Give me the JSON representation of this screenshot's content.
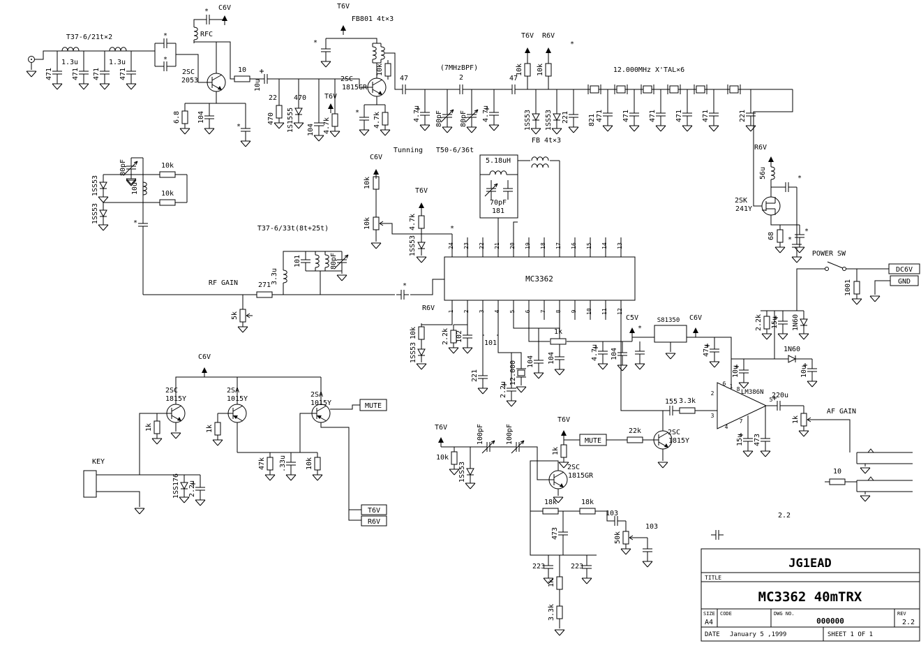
{
  "page": {
    "bg": "#ffffff",
    "ink": "#000000"
  },
  "ics": {
    "main": "MC3362",
    "audio_amp": "LM386N",
    "regulator": "S81350"
  },
  "mc3362_pins_top": [
    "24",
    "23",
    "22",
    "21",
    "20",
    "19",
    "18",
    "17",
    "16",
    "15",
    "14",
    "13"
  ],
  "mc3362_pins_bottom": [
    "1",
    "2",
    "3",
    "4",
    "5",
    "6",
    "7",
    "8",
    "9",
    "10",
    "11",
    "12"
  ],
  "connectors": {
    "dc6v": "DC6V",
    "gnd": "GND",
    "mute_tx": "MUTE",
    "mute_af": "MUTE",
    "t6v": "T6V",
    "r6v": "R6V"
  },
  "title_block": {
    "author": "JG1EAD",
    "title_label": "TITLE",
    "title": "MC3362 40mTRX",
    "size_label": "SIZE",
    "size": "A4",
    "code_label": "CODE",
    "dwg_label": "DWG NO.",
    "dwg_no": "000000",
    "rev_label": "REV",
    "rev": "2.2",
    "date_label": "DATE",
    "date": "January 5 ,1999",
    "sheet": "SHEET 1 OF 1"
  },
  "legend": {
    "asterisk": "*",
    "cap_note": "=103"
  },
  "labels": [
    [
      "T37-6/21t×2",
      128,
      56
    ],
    [
      "1.3u",
      100,
      92
    ],
    [
      "1.3u",
      168,
      92
    ],
    [
      "471",
      73,
      106,
      1
    ],
    [
      "471",
      111,
      106,
      1
    ],
    [
      "471",
      141,
      106,
      1
    ],
    [
      "471",
      179,
      106,
      1
    ],
    [
      "*",
      237,
      54
    ],
    [
      "*",
      237,
      88
    ],
    [
      "C6V",
      322,
      14
    ],
    [
      "*",
      296,
      19
    ],
    [
      "RFC",
      296,
      52
    ],
    [
      "2SC",
      270,
      106
    ],
    [
      "2053",
      272,
      118
    ],
    [
      "6.8",
      256,
      168,
      1
    ],
    [
      "104",
      291,
      168,
      1
    ],
    [
      "*",
      342,
      184
    ],
    [
      "10",
      347,
      103
    ],
    [
      "10u",
      372,
      122,
      1
    ],
    [
      "22",
      391,
      143
    ],
    [
      "470",
      430,
      143
    ],
    [
      "T6V",
      474,
      141
    ],
    [
      "470",
      391,
      170,
      1
    ],
    [
      "1S1555",
      419,
      172,
      1
    ],
    [
      "104",
      448,
      186,
      1
    ],
    [
      "4.7k",
      471,
      180,
      1
    ],
    [
      "T6V",
      492,
      12
    ],
    [
      "*",
      452,
      64
    ],
    [
      "FB801 4t×3",
      534,
      30
    ],
    [
      "10k",
      547,
      100,
      1
    ],
    [
      "2SC",
      497,
      116
    ],
    [
      "1815GR",
      508,
      128
    ],
    [
      "*",
      512,
      164
    ],
    [
      "4.7k",
      543,
      172,
      1
    ],
    [
      "47",
      579,
      115
    ],
    [
      "(7MHzBPF)",
      658,
      100
    ],
    [
      "4.7u",
      600,
      163,
      1
    ],
    [
      "80pF",
      632,
      170,
      1
    ],
    [
      "2",
      661,
      114
    ],
    [
      "80pF",
      667,
      170,
      1
    ],
    [
      "4.7u",
      699,
      163,
      1
    ],
    [
      "47",
      736,
      115
    ],
    [
      "T6V",
      756,
      54
    ],
    [
      "R6V",
      786,
      54
    ],
    [
      "10k",
      747,
      100,
      1
    ],
    [
      "10k",
      777,
      100,
      1
    ],
    [
      "1SS53",
      759,
      172,
      1
    ],
    [
      "1SS53",
      789,
      172,
      1
    ],
    [
      "*",
      820,
      66
    ],
    [
      "221",
      813,
      168,
      1
    ],
    [
      "821",
      851,
      172,
      1
    ],
    [
      "12.000MHz X'TAL×6",
      930,
      103
    ],
    [
      "471",
      862,
      166,
      1
    ],
    [
      "471",
      900,
      166,
      1
    ],
    [
      "471",
      938,
      166,
      1
    ],
    [
      "471",
      976,
      166,
      1
    ],
    [
      "471",
      1014,
      166,
      1
    ],
    [
      "221",
      1067,
      166,
      1
    ],
    [
      "80pF",
      179,
      240,
      1
    ],
    [
      "1SS53",
      139,
      266,
      1
    ],
    [
      "1SS53",
      139,
      306,
      1
    ],
    [
      "10u",
      196,
      270,
      1
    ],
    [
      "10k",
      240,
      240
    ],
    [
      "10k",
      240,
      280
    ],
    [
      "*",
      194,
      322
    ],
    [
      "Tunning",
      585,
      218
    ],
    [
      "T50-6/36t",
      652,
      218
    ],
    [
      "5.18uH",
      714,
      233
    ],
    [
      "C6V",
      539,
      228
    ],
    [
      "10k",
      529,
      262,
      1
    ],
    [
      "10k",
      529,
      320,
      1
    ],
    [
      "70pF",
      714,
      293
    ],
    [
      "181",
      714,
      305
    ],
    [
      "T6V",
      604,
      276
    ],
    [
      "4.7k",
      594,
      318,
      1
    ],
    [
      "1SS53",
      594,
      352,
      1
    ],
    [
      "*",
      648,
      330
    ],
    [
      "FB 4t×3",
      783,
      204
    ],
    [
      "T37-6/33t(8t+25t)",
      420,
      330
    ],
    [
      "101",
      429,
      374,
      1
    ],
    [
      "80pF",
      481,
      374,
      1
    ],
    [
      "3.3u",
      396,
      396,
      1
    ],
    [
      "RF GAIN",
      320,
      408
    ],
    [
      "271",
      379,
      411
    ],
    [
      "5k",
      339,
      452,
      1
    ],
    [
      "*",
      580,
      412
    ],
    [
      "R6V",
      1090,
      214
    ],
    [
      "56u",
      1096,
      248,
      1
    ],
    [
      "2SK",
      1062,
      290
    ],
    [
      "241Y",
      1066,
      302
    ],
    [
      "68",
      1108,
      338,
      1
    ],
    [
      "*",
      1156,
      334
    ],
    [
      "*",
      1146,
      258
    ],
    [
      "*",
      1132,
      346
    ],
    [
      "POWER SW",
      1188,
      366
    ],
    [
      "1001",
      1218,
      412,
      1
    ],
    [
      "2.2k",
      1090,
      462,
      1
    ],
    [
      "15u",
      1113,
      462,
      1
    ],
    [
      "1N60",
      1143,
      462,
      1
    ],
    [
      "1N60",
      1135,
      503
    ],
    [
      "10u",
      1155,
      532,
      1
    ],
    [
      "R6V",
      614,
      444
    ],
    [
      "10k",
      595,
      477,
      1
    ],
    [
      "1SS53",
      595,
      505,
      1
    ],
    [
      "102",
      661,
      482,
      1
    ],
    [
      "2.2k",
      641,
      482,
      1
    ],
    [
      "221",
      683,
      538,
      1
    ],
    [
      "101",
      703,
      494
    ],
    [
      "12.000",
      738,
      534,
      1
    ],
    [
      "2.2u",
      724,
      558,
      1
    ],
    [
      "104",
      763,
      518,
      1
    ],
    [
      "104",
      793,
      513,
      1
    ],
    [
      "1k",
      800,
      478
    ],
    [
      "4.7u",
      855,
      505,
      1
    ],
    [
      "104",
      883,
      507,
      1
    ],
    [
      "*",
      917,
      473
    ],
    [
      "C5V",
      906,
      458
    ],
    [
      "C6V",
      997,
      458
    ],
    [
      "47u",
      1015,
      502,
      1
    ],
    [
      "10u",
      1057,
      532,
      1
    ],
    [
      "155",
      962,
      578
    ],
    [
      "3.3k",
      985,
      577
    ],
    [
      "220u",
      1118,
      569
    ],
    [
      "15u",
      1063,
      630,
      1
    ],
    [
      "473",
      1088,
      630,
      1
    ],
    [
      "1k",
      1143,
      601,
      1
    ],
    [
      "AF GAIN",
      1206,
      592
    ],
    [
      "10",
      1200,
      678
    ],
    [
      "2.2",
      1124,
      741
    ],
    [
      "22k",
      910,
      620
    ],
    [
      "2SC",
      966,
      622
    ],
    [
      "1815Y",
      973,
      634
    ],
    [
      "T6V",
      808,
      604
    ],
    [
      "1k",
      799,
      646,
      1
    ],
    [
      "T6V",
      632,
      615
    ],
    [
      "10k",
      634,
      658
    ],
    [
      "1SS53",
      665,
      676,
      1
    ],
    [
      "100pF",
      691,
      622,
      1
    ],
    [
      "100pF",
      733,
      622,
      1
    ],
    [
      "2SC",
      822,
      672
    ],
    [
      "1815GR",
      832,
      684
    ],
    [
      "18k",
      789,
      722
    ],
    [
      "18k",
      842,
      722
    ],
    [
      "473",
      798,
      764,
      1
    ],
    [
      "103",
      877,
      738
    ],
    [
      "50k",
      888,
      770,
      1
    ],
    [
      "103",
      934,
      757
    ],
    [
      "223",
      772,
      814
    ],
    [
      "223",
      827,
      814
    ],
    [
      "1k",
      793,
      835,
      1
    ],
    [
      "3.3k",
      793,
      877,
      1
    ],
    [
      "KEY",
      141,
      664
    ],
    [
      "2SC",
      246,
      562
    ],
    [
      "1815Y",
      252,
      574
    ],
    [
      "2SA",
      334,
      562
    ],
    [
      "1015Y",
      340,
      574
    ],
    [
      "2SA",
      454,
      568
    ],
    [
      "1015Y",
      460,
      580
    ],
    [
      "C6V",
      293,
      514
    ],
    [
      "1k",
      216,
      612,
      1
    ],
    [
      "1k",
      303,
      614,
      1
    ],
    [
      "47k",
      378,
      664,
      1
    ],
    [
      ".33u",
      408,
      664,
      1
    ],
    [
      "10k",
      446,
      664,
      1
    ],
    [
      "1SS176",
      255,
      696,
      1
    ],
    [
      "2.2u",
      278,
      700,
      1
    ],
    [
      "6",
      1038,
      552,
      0,
      8
    ],
    [
      "1",
      1048,
      556,
      0,
      8
    ],
    [
      "8",
      1058,
      560,
      0,
      8
    ],
    [
      "2",
      1021,
      566,
      0,
      8
    ],
    [
      "3",
      1021,
      598,
      0,
      8
    ],
    [
      "5",
      1105,
      575,
      0,
      8
    ],
    [
      "7",
      1062,
      606,
      0,
      8
    ],
    [
      "4",
      1041,
      614,
      0,
      8
    ]
  ]
}
